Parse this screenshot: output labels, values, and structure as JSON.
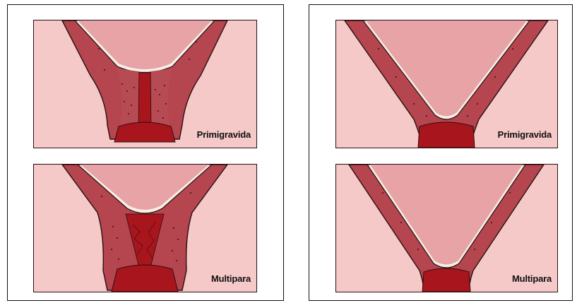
{
  "panels": {
    "left_top": {
      "label": "Primigravida"
    },
    "left_bottom": {
      "label": "Multipara"
    },
    "right_top": {
      "label": "Primigravida"
    },
    "right_bottom": {
      "label": "Multipara"
    }
  },
  "colors": {
    "background": "#f6c9c9",
    "uterine_wall": "#b5454e",
    "cavity": "#e7a3a5",
    "membrane": "#f7efe6",
    "canal": "#a9151c",
    "outline": "#2a1010"
  }
}
